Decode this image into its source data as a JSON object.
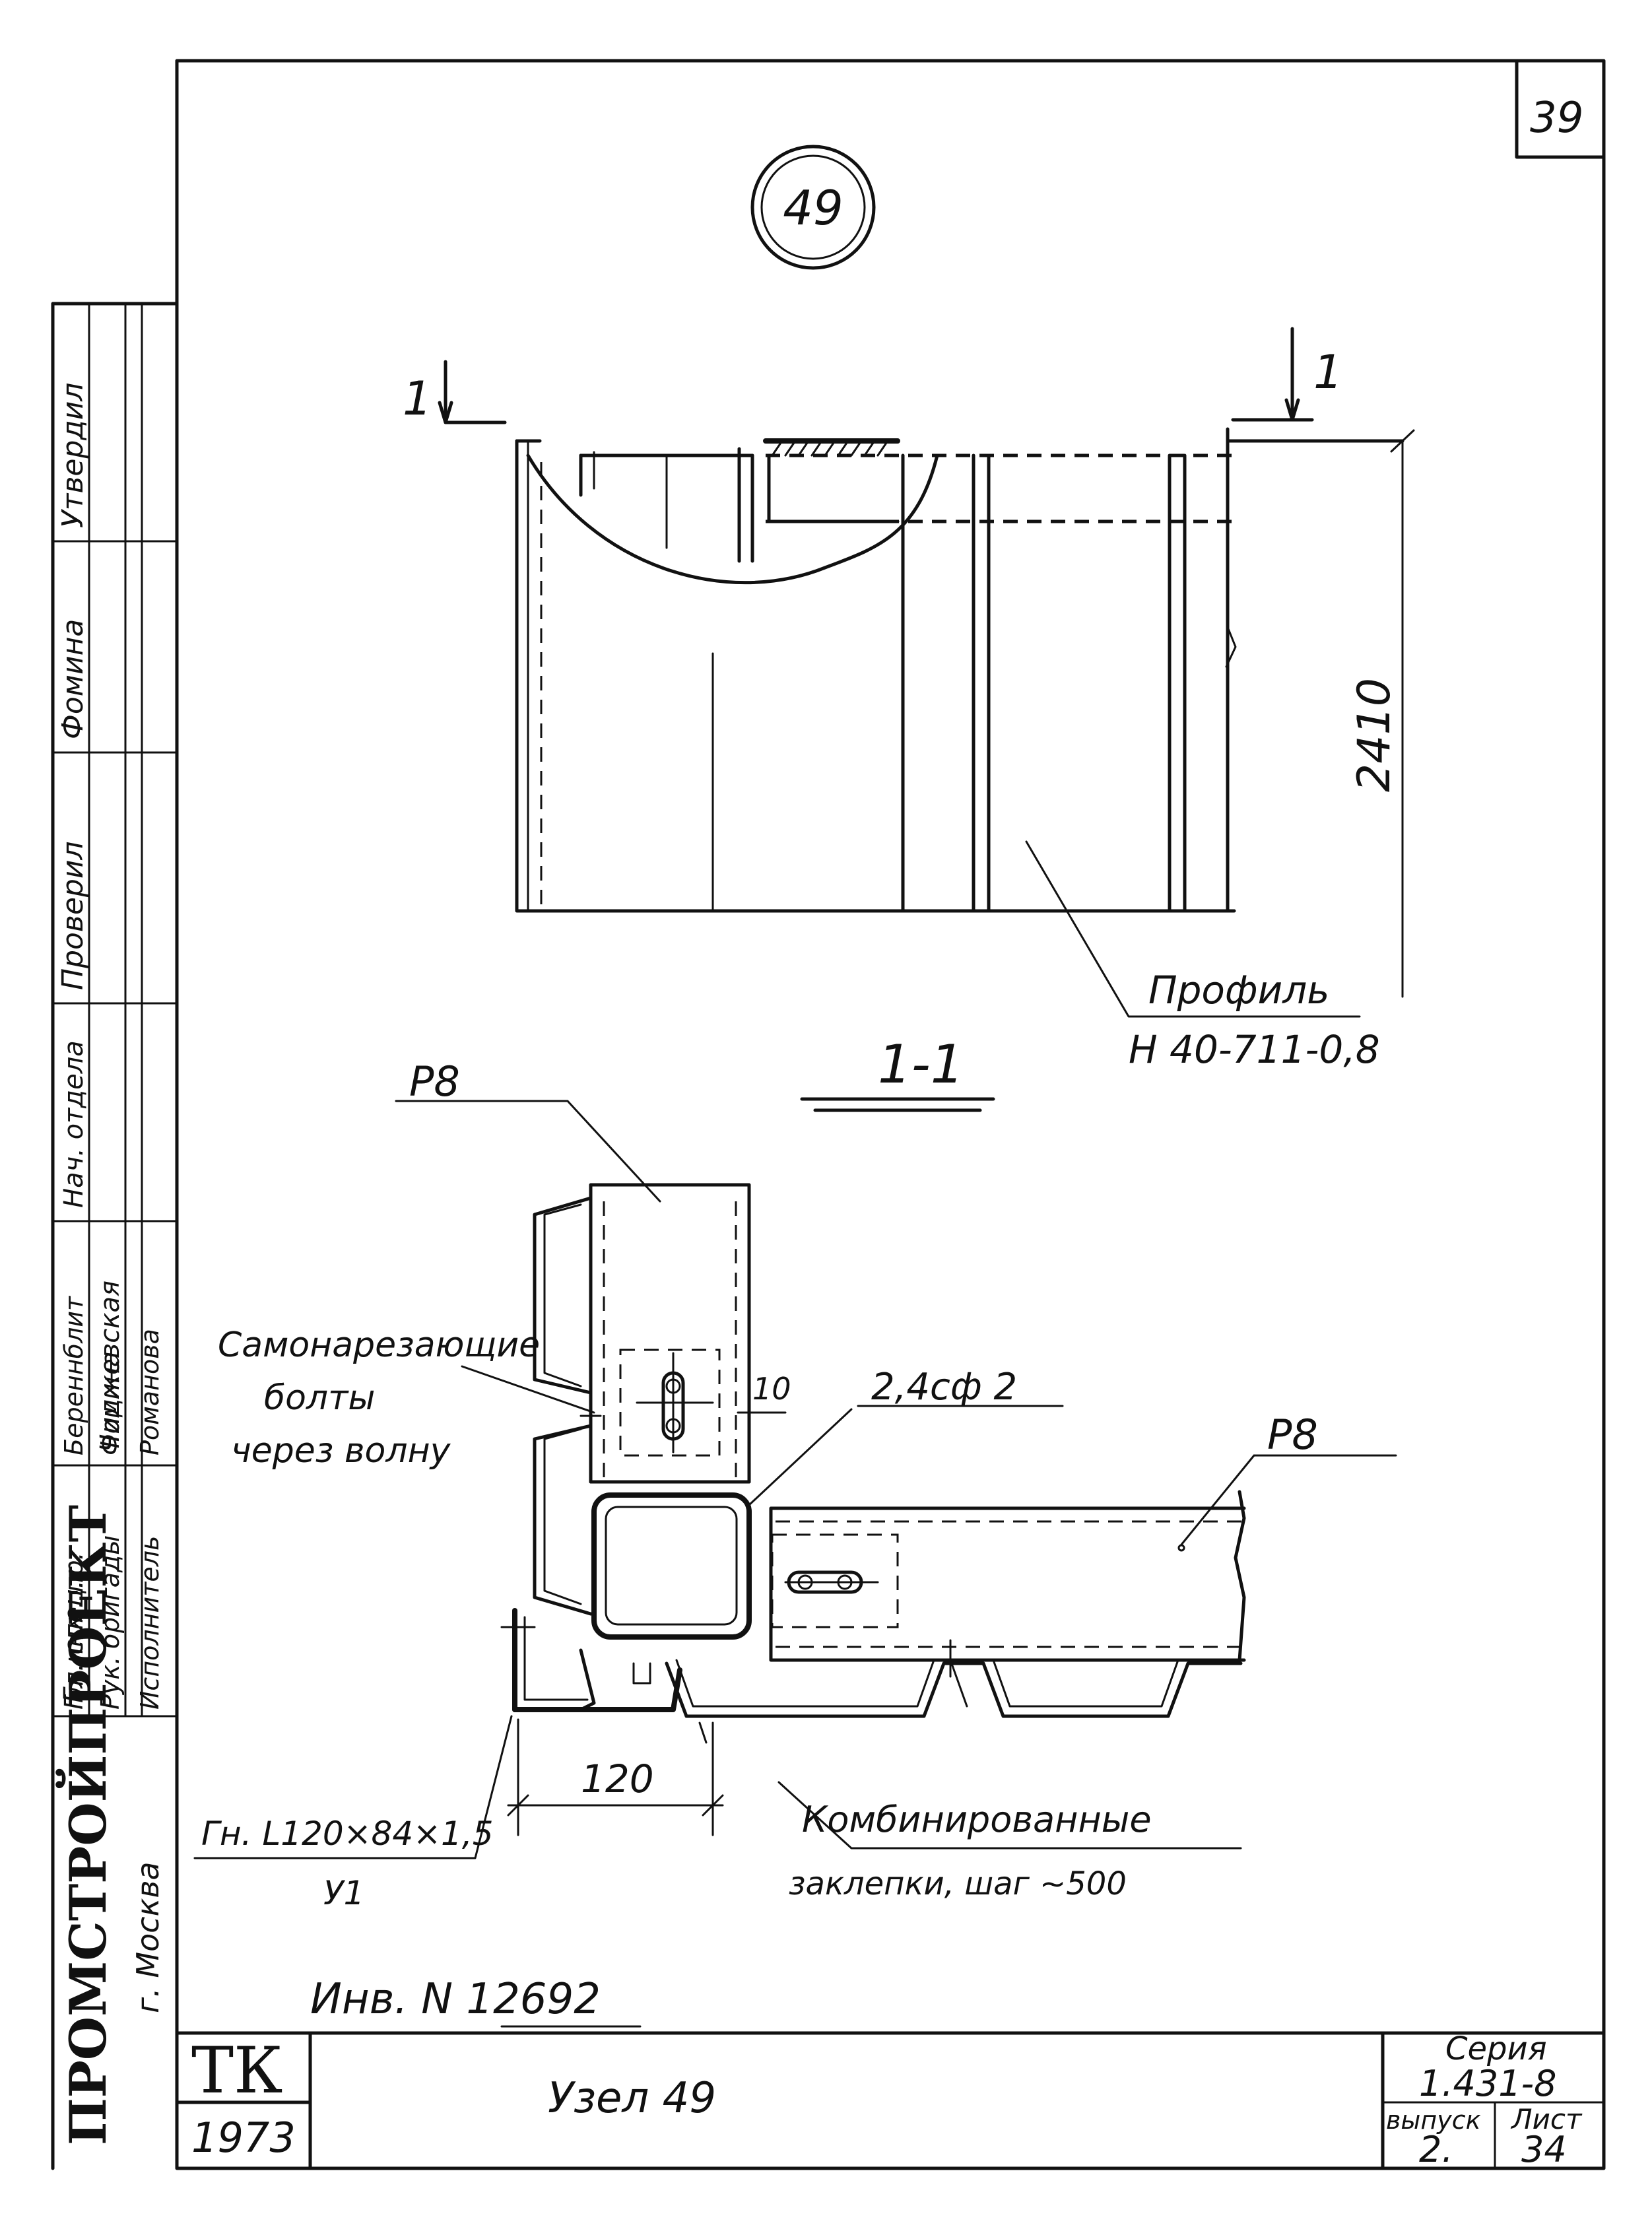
{
  "sheet": {
    "page_number": "39",
    "node_mark": "49",
    "section_cut_label": "1",
    "section_title": "1-1",
    "inventory": "Инв. N 12692"
  },
  "plan_view": {
    "dimension": "2410",
    "profile_label_line1": "Профиль",
    "profile_label_line2": "H 40-711-0,8"
  },
  "section_view": {
    "beam_top_label": "Р8",
    "beam_right_label": "Р8",
    "bolts_line1": "Самонарезающие",
    "bolts_line2": "болты",
    "bolts_line3": "через волну",
    "weld_label": "2,4сф 2",
    "gap_label": "10",
    "angle_label_line1": "Гн. L120×84×1,5",
    "angle_label_line2": "У1",
    "dim_120": "120",
    "rivets_line1": "Комбинированные",
    "rivets_line2": "заклепки, шаг ~500"
  },
  "stamp_left": {
    "org_name": "ПРОМСТРОЙПРОЕКТ",
    "city": "г. Москва",
    "roles": [
      "Гл. инж. пр.",
      "Рук. бригады",
      "Исполнитель"
    ],
    "names": [
      "Береннблит",
      "Фомина",
      "Романова"
    ],
    "header_roles": [
      "Нач. отдела",
      "Гл. спец."
    ],
    "header_names": [
      "Чиджевская"
    ],
    "top_cells": [
      "Утвердил",
      "Фомина",
      "Проверил"
    ]
  },
  "title_block": {
    "code": "ТК",
    "year": "1973",
    "title": "Узел 49",
    "series_label": "Серия",
    "series_value": "1.431-8",
    "issue_label": "выпуск",
    "issue_value": "2.",
    "sheet_label": "Лист",
    "sheet_value": "34"
  }
}
